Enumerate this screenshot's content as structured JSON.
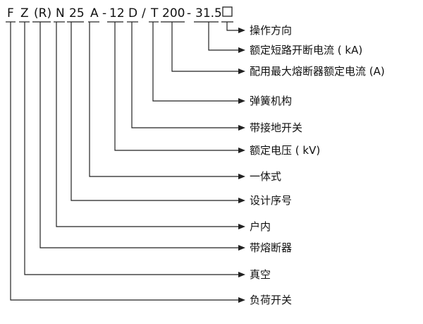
{
  "model_code": {
    "segments": [
      "F",
      "Z",
      "(R)",
      "N",
      "25",
      "A",
      "-",
      "12",
      "D",
      "/",
      "T",
      "200",
      "-",
      "31.5",
      "□"
    ]
  },
  "annotations": [
    "操作方向",
    "额定短路开断电流 ( kA)",
    "配用最大熔断器额定电流 (A)",
    "弹簧机构",
    "带接地开关",
    "额定电压 ( kV)",
    "一体式",
    "设计序号",
    "户内",
    "带熔断器",
    "真空",
    "负荷开关"
  ]
}
